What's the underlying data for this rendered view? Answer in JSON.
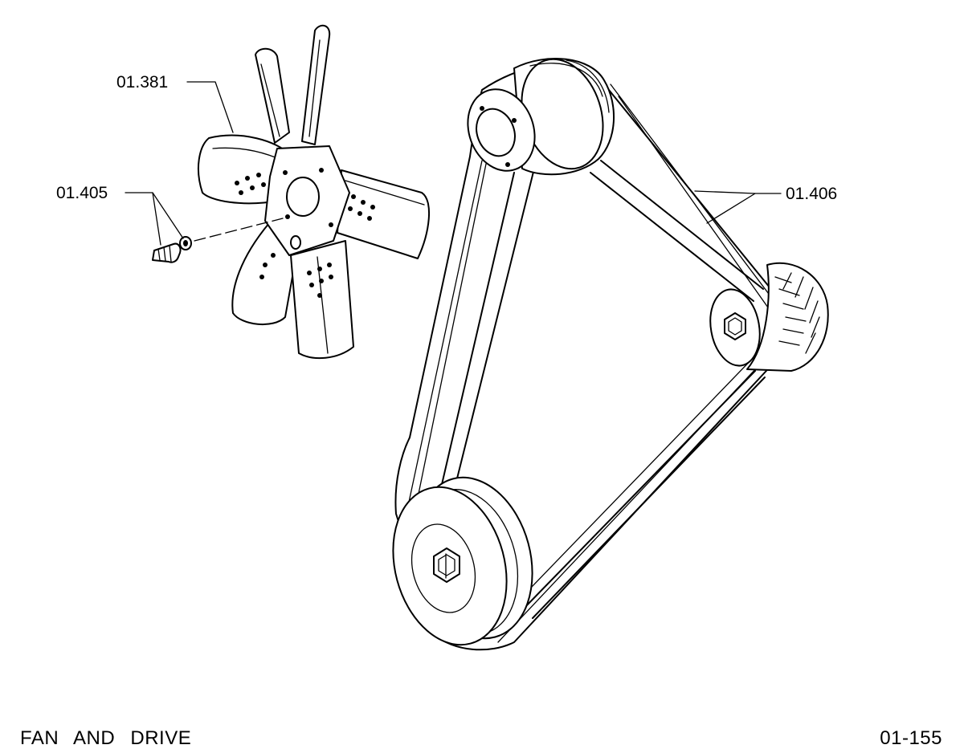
{
  "callouts": {
    "fan": "01.381",
    "bolt_washer": "01.405",
    "belt": "01.406"
  },
  "footer": {
    "title": "FAN AND DRIVE",
    "page_number": "01-155"
  }
}
